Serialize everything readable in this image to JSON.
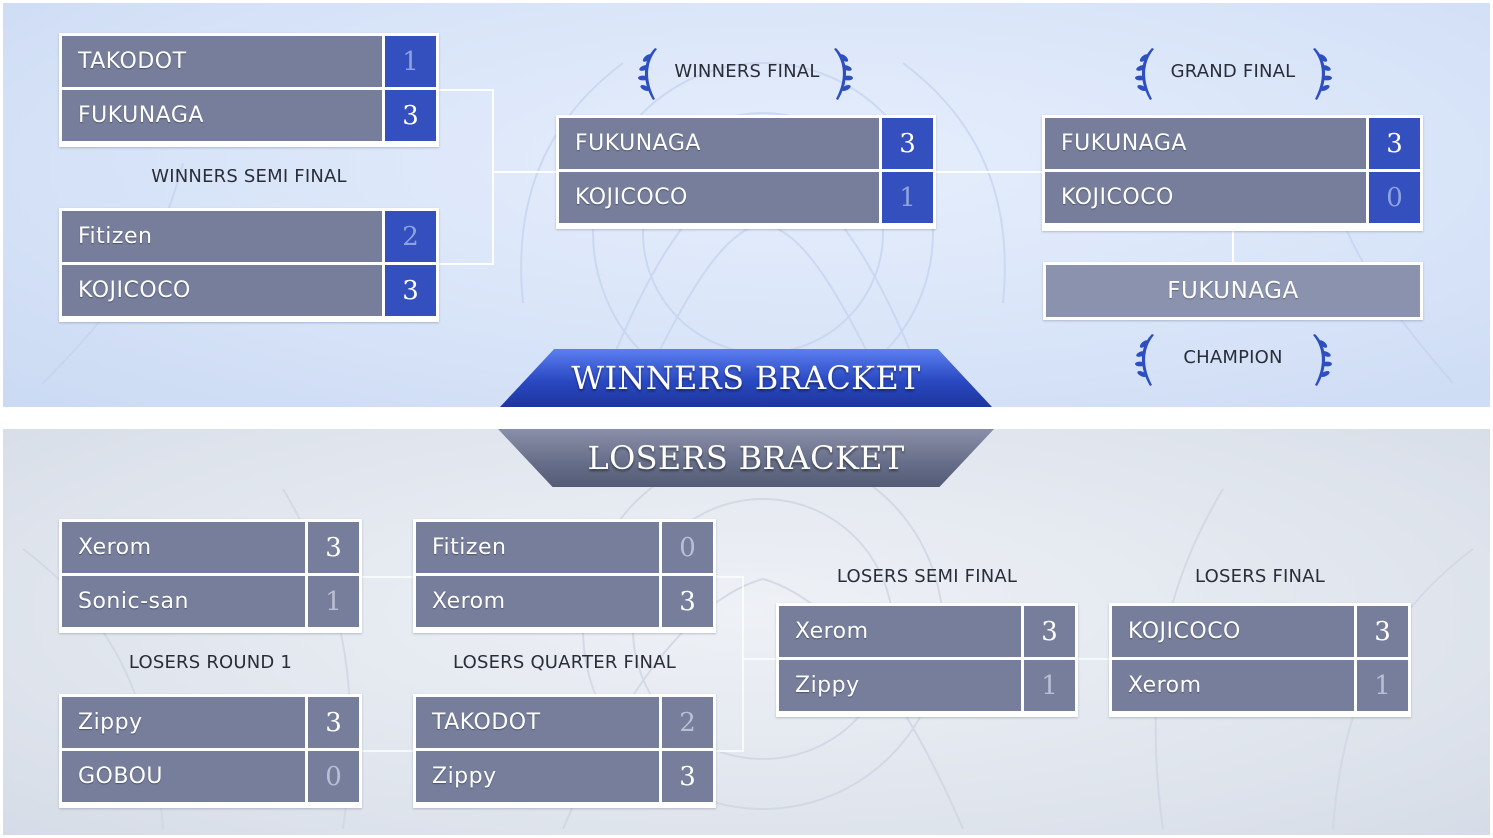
{
  "winners": {
    "banner": "WINNERS BRACKET",
    "semi_label": "WINNERS SEMI FINAL",
    "final_label": "WINNERS FINAL",
    "grand_label": "GRAND FINAL",
    "champion_label": "CHAMPION",
    "champion": "FUKUNAGA",
    "semi_1": {
      "p1": "TAKODOT",
      "s1": "1",
      "p2": "FUKUNAGA",
      "s2": "3"
    },
    "semi_2": {
      "p1": "Fitizen",
      "s1": "2",
      "p2": "KOJICOCO",
      "s2": "3"
    },
    "final": {
      "p1": "FUKUNAGA",
      "s1": "3",
      "p2": "KOJICOCO",
      "s2": "1"
    },
    "grand": {
      "p1": "FUKUNAGA",
      "s1": "3",
      "p2": "KOJICOCO",
      "s2": "0"
    }
  },
  "losers": {
    "banner": "LOSERS BRACKET",
    "round1_label": "LOSERS ROUND 1",
    "quarter_label": "LOSERS QUARTER FINAL",
    "semi_label": "LOSERS SEMI FINAL",
    "final_label": "LOSERS FINAL",
    "r1_1": {
      "p1": "Xerom",
      "s1": "3",
      "p2": "Sonic-san",
      "s2": "1"
    },
    "r1_2": {
      "p1": "Zippy",
      "s1": "3",
      "p2": "GOBOU",
      "s2": "0"
    },
    "qf_1": {
      "p1": "Fitizen",
      "s1": "0",
      "p2": "Xerom",
      "s2": "3"
    },
    "qf_2": {
      "p1": "TAKODOT",
      "s1": "2",
      "p2": "Zippy",
      "s2": "3"
    },
    "semi": {
      "p1": "Xerom",
      "s1": "3",
      "p2": "Zippy",
      "s2": "1"
    },
    "final": {
      "p1": "KOJICOCO",
      "s1": "3",
      "p2": "Xerom",
      "s2": "1"
    }
  },
  "colors": {
    "winner_score_bg": "#3450bf",
    "name_bg": "#767e9c",
    "banner_blue": "#2a49c2",
    "banner_gray": "#666d88",
    "laurel": "#2d4fc0"
  }
}
